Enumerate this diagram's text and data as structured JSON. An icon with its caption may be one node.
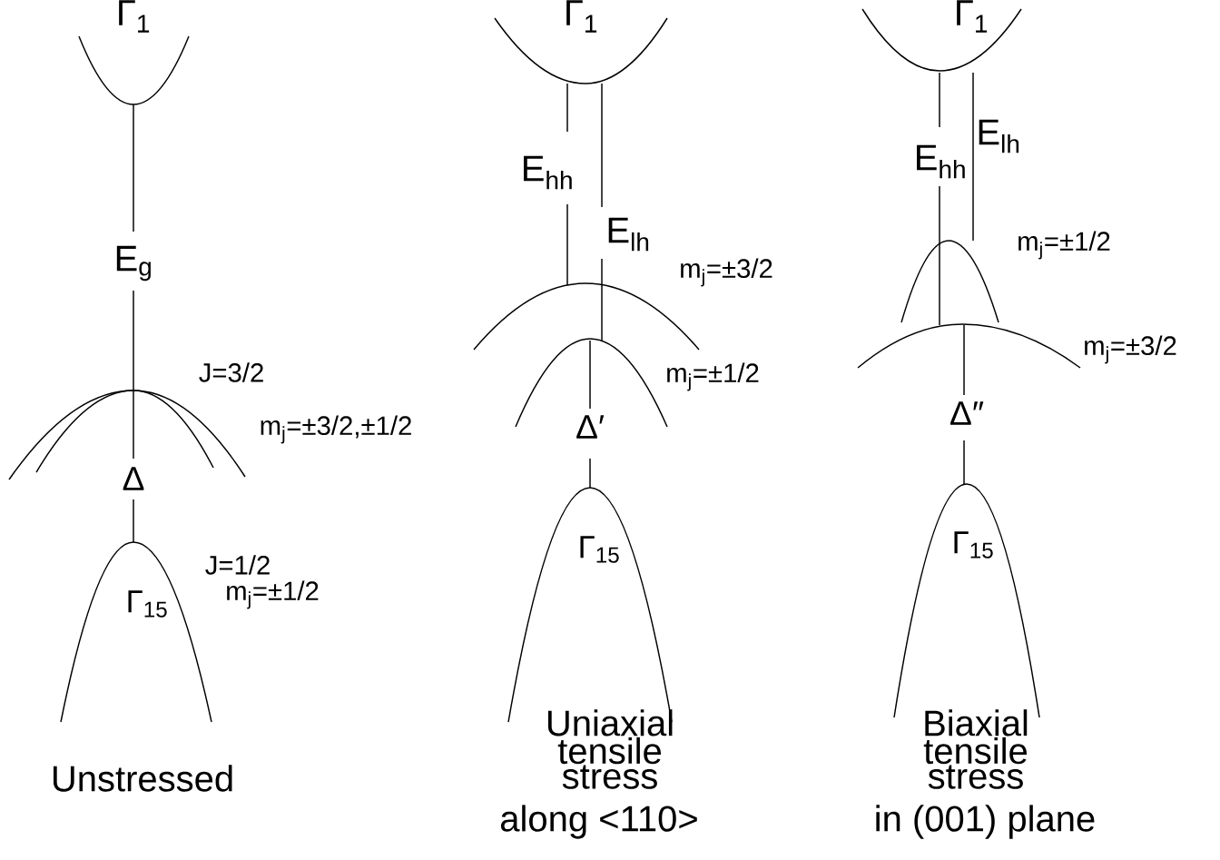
{
  "diagram": {
    "labels": [
      "Γ$_{1}$",
      "E$_{g}$",
      "J=3/2",
      "m$_{j}$=±3/2,±1/2",
      "Δ",
      "J=1/2",
      "m$_{j}$=±1/2",
      "Γ$_{15}$",
      "Unstressed",
      "Γ$_{1}$",
      "E$_{hh}$",
      "E$_{lh}$",
      "m$_{j}$=±3/2",
      "m$_{j}$=±1/2",
      "Δ′",
      "Γ$_{15}$",
      "Uniaxial tensile stress",
      "along <110>",
      "Γ$_{1}$",
      "E$_{lh}$",
      "E$_{hh}$",
      "m$_{j}$=±1/2",
      "m$_{j}$=±3/2",
      "Δ″",
      "Γ$_{15}$",
      "Biaxial tensile stress",
      "in (001) plane"
    ]
  }
}
